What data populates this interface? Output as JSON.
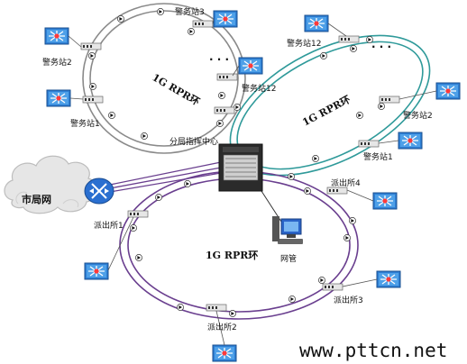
{
  "rings": {
    "top_left": "1G RPR环",
    "right": "1G RPR环",
    "bottom": "1G RPR环"
  },
  "nodes": {
    "center": "分局指挥中心",
    "city_net": "市局网",
    "nms": "网管",
    "tl_station3": "警务站3",
    "tl_station2": "警务站2",
    "tl_station1": "警务站1",
    "tl_station12": "警务站12",
    "r_station12": "警务站12",
    "r_station2": "警务站2",
    "r_station1": "警务站1",
    "b_pcs4": "派出所4",
    "b_pcs1": "派出所1",
    "b_pcs3": "派出所3",
    "b_pcs2": "派出所2"
  },
  "ellipsis": "· · ·",
  "watermark": "www.pttcn.net",
  "colors": {
    "ring_grey": "#8a8a8a",
    "ring_teal": "#2f9a9a",
    "ring_purple": "#6a3f8f",
    "router_blue": "#2a6fd0",
    "switch_blue": "#3d8bd8"
  }
}
